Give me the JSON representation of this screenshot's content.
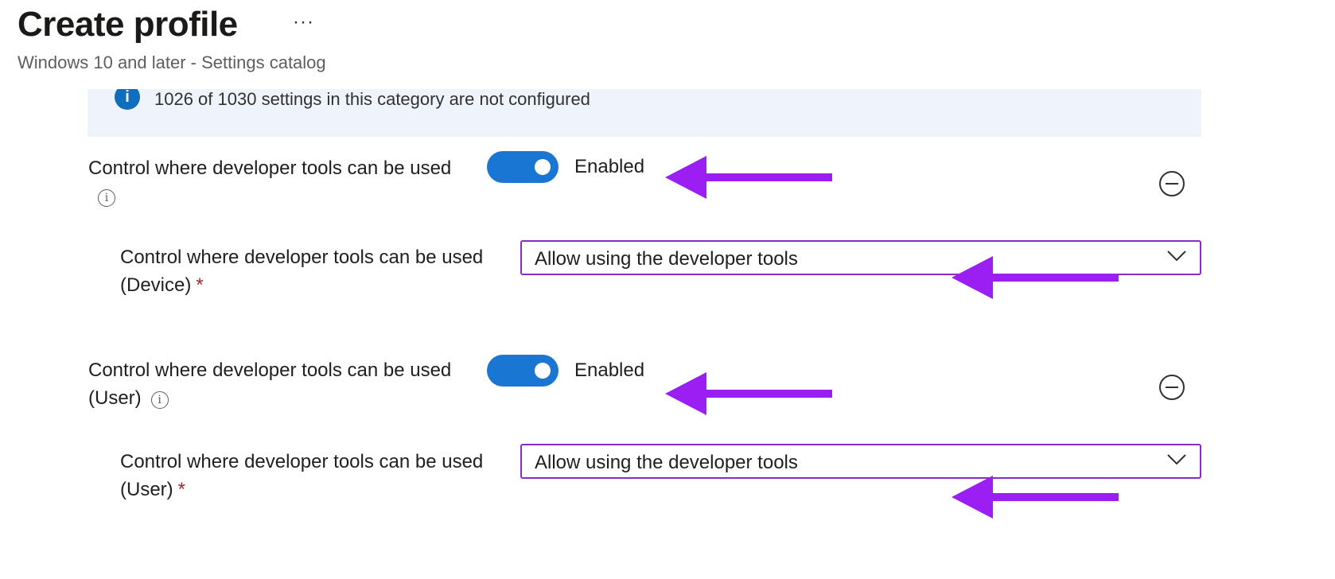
{
  "header": {
    "title": "Create profile",
    "more": "···",
    "subtitle": "Windows 10 and later - Settings catalog"
  },
  "info_banner": {
    "icon": "info-icon",
    "text": "1026 of 1030 settings in this category are not configured"
  },
  "settings": [
    {
      "label": "Control where developer tools can be used",
      "toggle_state": "Enabled",
      "sub_setting": {
        "label": "Control where developer tools can be used (Device)",
        "required": "*",
        "value": "Allow using the developer tools"
      }
    },
    {
      "label": "Control where developer tools can be used (User)",
      "toggle_state": "Enabled",
      "sub_setting": {
        "label": "Control where developer tools can be used (User)",
        "required": "*",
        "value": "Allow using the developer tools"
      }
    }
  ],
  "colors": {
    "toggle_on": "#1976d2",
    "annotation_arrow": "#9b1ff2",
    "select_border": "#8a2cc2",
    "required": "#a4262c",
    "banner_bg": "#eff4fc"
  }
}
